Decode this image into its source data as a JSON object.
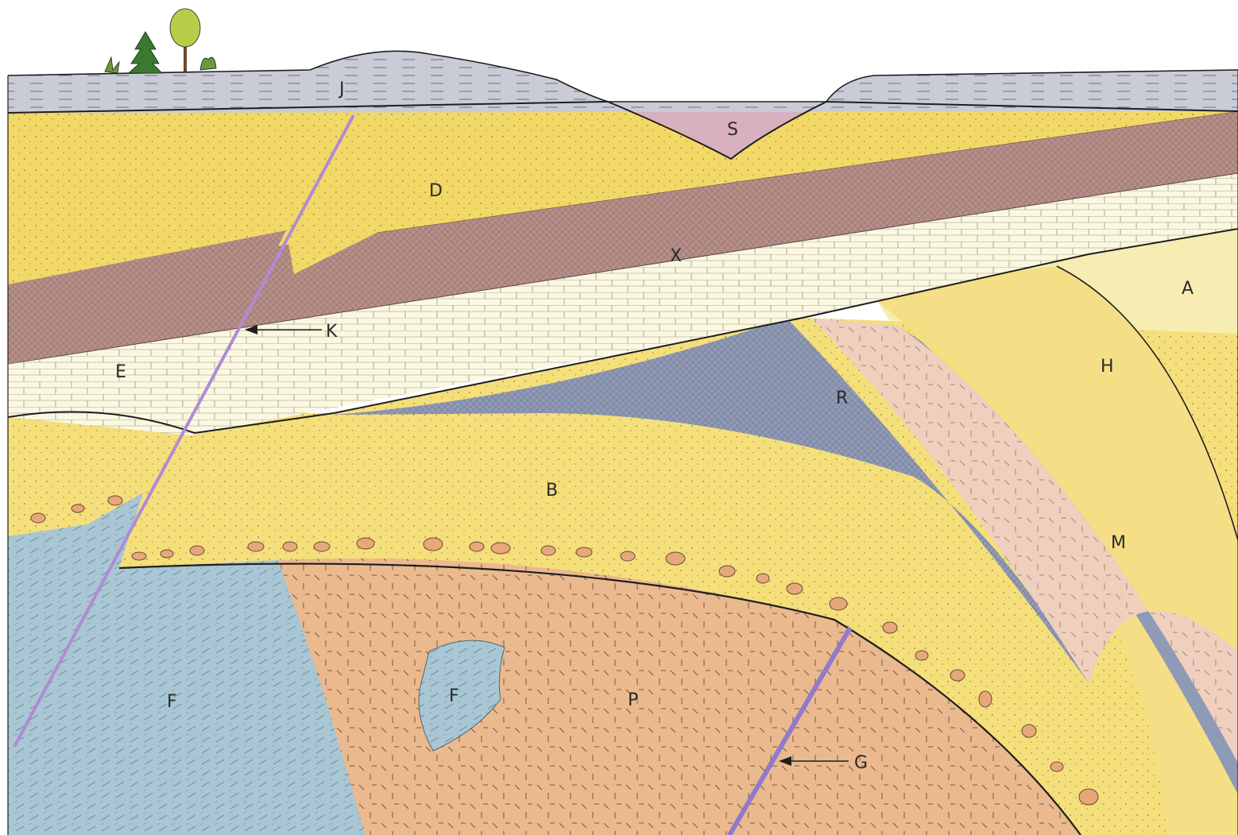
{
  "labels": {
    "J": "J",
    "S": "S",
    "D": "D",
    "X": "X",
    "K": "K",
    "E": "E",
    "A": "A",
    "H": "H",
    "R": "R",
    "B": "B",
    "M": "M",
    "F_left": "F",
    "F_inclusion": "F",
    "P": "P",
    "G": "G"
  },
  "colors": {
    "sky": "#ffffff",
    "layer_J": "#c9ccd6",
    "layer_S": "#d7b1bf",
    "layer_D": "#f2d866",
    "layer_X": "#b88e86",
    "layer_E": "#fbf8e2",
    "layer_A": "#f7edb2",
    "layer_H": "#f4df86",
    "layer_R": "#8f9ab7",
    "layer_M": "#efcfbd",
    "layer_B": "#f5df7b",
    "layer_F": "#a8c6d3",
    "layer_P": "#ebb98e",
    "dike": "#b18ad4",
    "pebbles": "#e6a87a",
    "outline": "#1e1e1e"
  },
  "icons": [
    "tree-icon",
    "pine-tree-icon",
    "shrub-icon",
    "arrow-left-icon"
  ]
}
